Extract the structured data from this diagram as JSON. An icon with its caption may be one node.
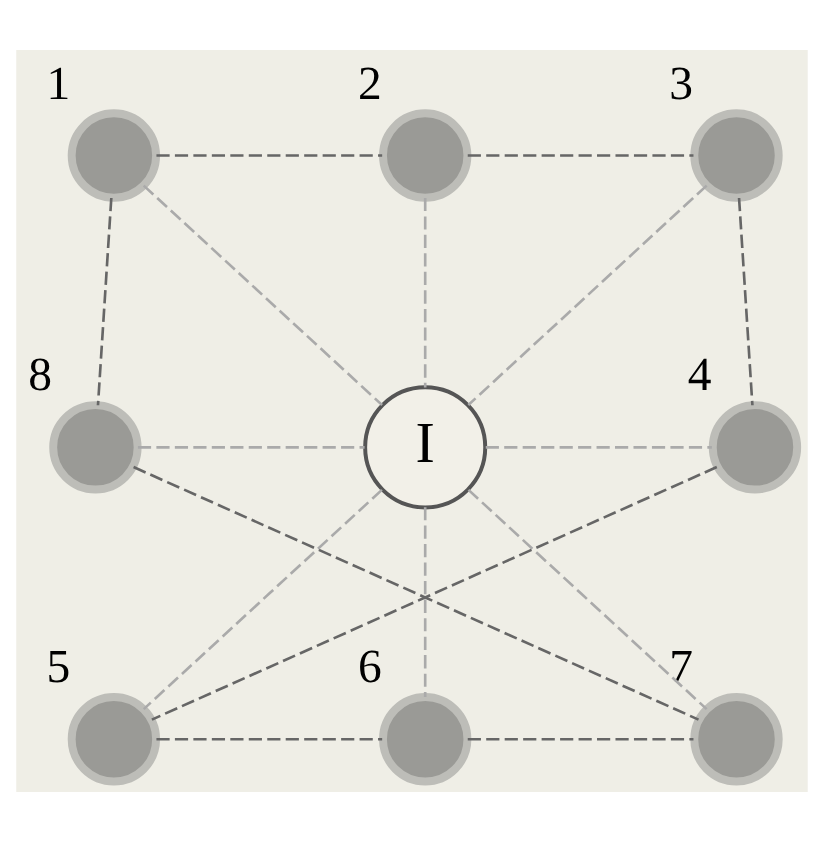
{
  "diagram": {
    "nodes": [
      {
        "text": [],
        "shape": "circle",
        "beside": [
          "1"
        ]
      },
      {
        "text": [],
        "shape": "circle",
        "beside": [
          "2"
        ]
      },
      {
        "text": [],
        "shape": "circle",
        "beside": [
          "3"
        ]
      },
      {
        "text": [],
        "shape": "circle",
        "beside": [
          "8"
        ]
      },
      {
        "text": [
          "I"
        ]
      },
      {
        "text": [],
        "shape": "circle",
        "beside": [
          "4"
        ]
      },
      {
        "text": [],
        "shape": "circle",
        "beside": [
          "7"
        ]
      },
      {
        "text": [],
        "shape": "circle",
        "beside": [
          "6"
        ]
      },
      {
        "text": [],
        "shape": "circle",
        "beside": [
          "5"
        ]
      }
    ],
    "edges": [
      {
        "from": 0,
        "to": 1,
        "arrow": "none",
        "style": "dashed"
      },
      {
        "from": 1,
        "to": 2,
        "arrow": "none",
        "style": "dashed"
      },
      {
        "from": 2,
        "to": 5,
        "arrow": "none",
        "style": "dashed"
      },
      {
        "from": 5,
        "to": 8,
        "arrow": "none",
        "style": "dashed"
      },
      {
        "from": 8,
        "to": 7,
        "arrow": "none",
        "style": "dashed"
      },
      {
        "from": 7,
        "to": 6,
        "arrow": "none",
        "style": "dashed"
      },
      {
        "from": 6,
        "to": 3,
        "arrow": "none",
        "style": "dashed"
      },
      {
        "from": 3,
        "to": 0,
        "arrow": "none",
        "style": "dashed"
      },
      {
        "from": 4,
        "to": 0,
        "arrow": "none",
        "style": "dashed",
        "color": "#aaaaaa"
      },
      {
        "from": 4,
        "to": 1,
        "arrow": "none",
        "style": "dashed",
        "color": "#aaaaaa"
      },
      {
        "from": 4,
        "to": 2,
        "arrow": "none",
        "style": "dashed",
        "color": "#aaaaaa"
      },
      {
        "from": 4,
        "to": 5,
        "arrow": "none",
        "style": "dashed",
        "color": "#aaaaaa"
      },
      {
        "from": 4,
        "to": 8,
        "arrow": "none",
        "style": "dashed",
        "color": "#aaaaaa"
      },
      {
        "from": 4,
        "to": 7,
        "arrow": "none",
        "style": "dashed",
        "color": "#aaaaaa"
      },
      {
        "from": 4,
        "to": 6,
        "arrow": "none",
        "style": "dashed",
        "color": "#aaaaaa"
      },
      {
        "from": 3,
        "to": 4,
        "arrow": "none",
        "style": "dashed",
        "color": "#aaaaaa"
      }
    ]
  }
}
